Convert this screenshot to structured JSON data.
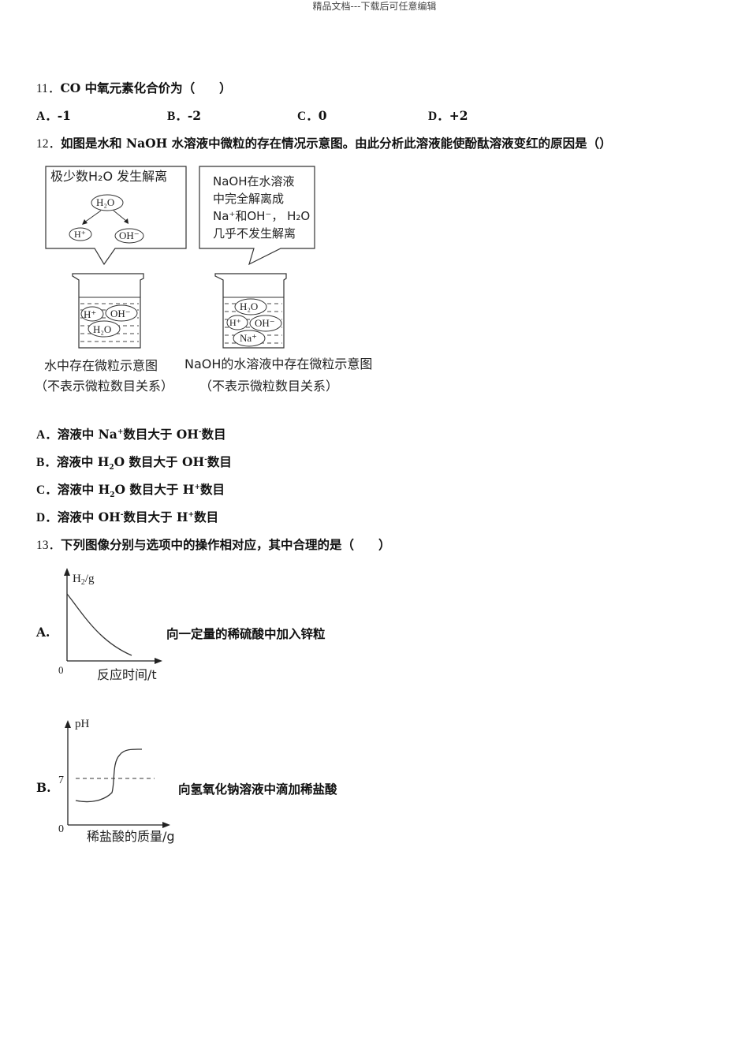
{
  "header": {
    "text": "精品文档---下载后可任意编辑"
  },
  "q11": {
    "number": "11．",
    "stem": "CO 中氧元素化合价为（　　）",
    "options": [
      {
        "label": "A．",
        "text": "-1"
      },
      {
        "label": "B．",
        "text": "-2"
      },
      {
        "label": "C．",
        "text": "0"
      },
      {
        "label": "D．",
        "text": "+2"
      }
    ]
  },
  "q12": {
    "number": "12．",
    "stem": "如图是水和 NaOH 水溶液中微粒的存在情况示意图。由此分析此溶液能使酚酞溶液变红的原因是（）",
    "figure": {
      "left_bubble": {
        "title": "极少数H₂O 发生解离",
        "parent": "H₂O",
        "child_left": "H⁺",
        "child_right": "OH⁻"
      },
      "right_bubble": {
        "lines": [
          "NaOH在水溶液",
          "中完全解离成",
          "Na⁺和OH⁻， H₂O",
          "几乎不发生解离"
        ]
      },
      "left_beaker": {
        "particles": [
          "H⁺",
          "OH⁻",
          "H₂O"
        ]
      },
      "right_beaker": {
        "particles": [
          "H₂O",
          "H⁺",
          "OH⁻",
          "Na⁺"
        ]
      },
      "left_caption": [
        "水中存在微粒示意图",
        "（不表示微粒数目关系）"
      ],
      "right_caption": [
        "NaOH的水溶液中存在微粒示意图",
        "（不表示微粒数目关系）"
      ]
    },
    "options": [
      {
        "label": "A．",
        "pre": "溶液中 Na",
        "sup1": "+",
        "mid": "数目大于 OH",
        "sup2": "-",
        "post": "数目"
      },
      {
        "label": "B．",
        "pre": "溶液中 H",
        "sub1": "2",
        "mid": "O 数目大于 OH",
        "sup2": "-",
        "post": "数目"
      },
      {
        "label": "C．",
        "pre": "溶液中 H",
        "sub1": "2",
        "mid": "O 数目大于 H",
        "sup2": "+",
        "post": "数目"
      },
      {
        "label": "D．",
        "pre": "溶液中 OH",
        "sup1": "-",
        "mid": "数目大于 H",
        "sup2": "+",
        "post": "数目"
      }
    ]
  },
  "q13": {
    "number": "13．",
    "stem": "下列图像分别与选项中的操作相对应，其中合理的是（　　）",
    "options": [
      {
        "label": "A.",
        "text": "向一定量的稀硫酸中加入锌粒"
      },
      {
        "label": "B.",
        "text": "向氢氧化钠溶液中滴加稀盐酸"
      }
    ]
  },
  "chart_data": [
    {
      "type": "line",
      "title": "A",
      "ylabel": "H₂/g",
      "xlabel": "反应时间/t",
      "origin_label": "0",
      "x": [
        0,
        0.2,
        0.4,
        0.6,
        0.8,
        1.0
      ],
      "values": [
        0.85,
        0.55,
        0.33,
        0.18,
        0.08,
        0.03
      ],
      "grid": false
    },
    {
      "type": "line",
      "title": "B",
      "ylabel": "pH",
      "xlabel": "稀盐酸的质量/g",
      "origin_label": "0",
      "reference_line": {
        "y": 7,
        "style": "dashed",
        "label": "7"
      },
      "x": [
        0,
        0.3,
        0.45,
        0.5,
        0.55,
        0.7,
        1.0
      ],
      "values": [
        3.5,
        3.6,
        4.5,
        7,
        11,
        12.3,
        12.5
      ],
      "grid": false
    }
  ]
}
